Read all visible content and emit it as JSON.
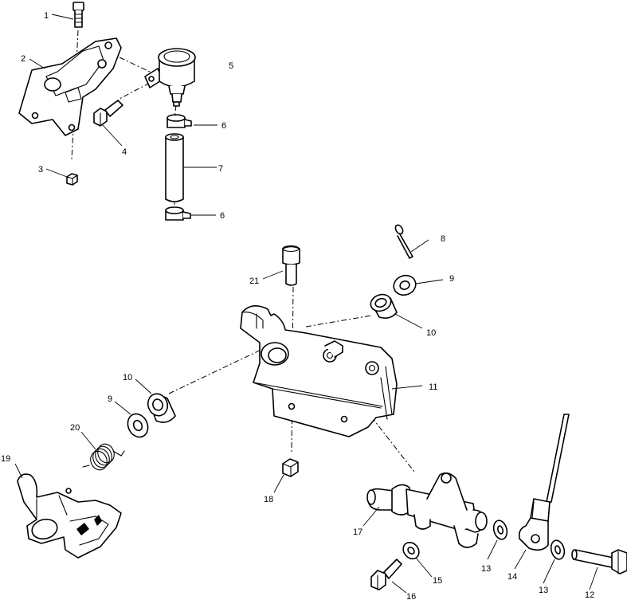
{
  "callouts": [
    {
      "id": "c1",
      "label": "1"
    },
    {
      "id": "c2",
      "label": "2"
    },
    {
      "id": "c3",
      "label": "3"
    },
    {
      "id": "c4",
      "label": "4"
    },
    {
      "id": "c5",
      "label": "5"
    },
    {
      "id": "c6a",
      "label": "6"
    },
    {
      "id": "c7",
      "label": "7"
    },
    {
      "id": "c6b",
      "label": "6"
    },
    {
      "id": "c8",
      "label": "8"
    },
    {
      "id": "c9a",
      "label": "9"
    },
    {
      "id": "c21",
      "label": "21"
    },
    {
      "id": "c10a",
      "label": "10"
    },
    {
      "id": "c11",
      "label": "11"
    },
    {
      "id": "c10b",
      "label": "10"
    },
    {
      "id": "c9b",
      "label": "9"
    },
    {
      "id": "c20",
      "label": "20"
    },
    {
      "id": "c19",
      "label": "19"
    },
    {
      "id": "c18",
      "label": "18"
    },
    {
      "id": "c17",
      "label": "17"
    },
    {
      "id": "c13a",
      "label": "13"
    },
    {
      "id": "c14",
      "label": "14"
    },
    {
      "id": "c13b",
      "label": "13"
    },
    {
      "id": "c12",
      "label": "12"
    },
    {
      "id": "c15",
      "label": "15"
    },
    {
      "id": "c16",
      "label": "16"
    }
  ]
}
